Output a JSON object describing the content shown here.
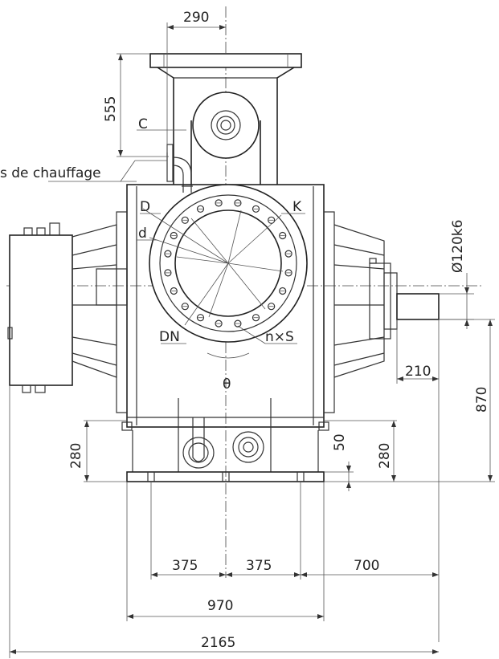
{
  "dimensions": {
    "top_width": "290",
    "top_height": "555",
    "c_label": "C",
    "shaft_diameter": "Ø120k6",
    "shaft_length": "210",
    "shaft_height": "870",
    "foot_height_left": "280",
    "foot_height_right": "280",
    "base_thickness": "50",
    "bolt_spacing_left": "375",
    "bolt_spacing_right": "375",
    "shaft_overhang": "700",
    "base_width": "970",
    "overall_length": "2165"
  },
  "flange_labels": {
    "outer_diameter": "D",
    "inner_diameter": "d",
    "bolt_circle": "K",
    "nominal_diameter": "DN",
    "holes": "n×S",
    "angle": "θ"
  },
  "notes": {
    "heating": "s de chauffage"
  }
}
